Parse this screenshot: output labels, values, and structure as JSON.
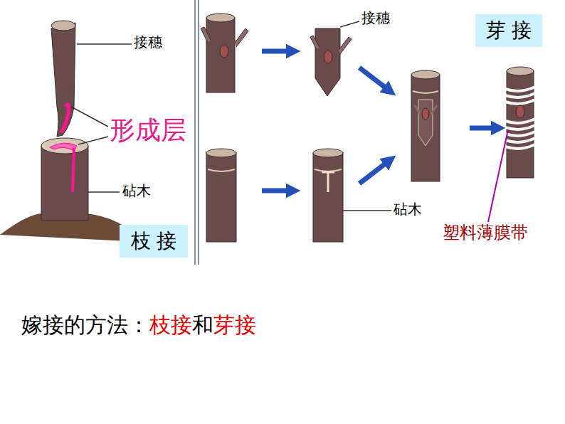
{
  "diagram": {
    "nodes": [
      {
        "text": [
          "枝 接"
        ]
      },
      {
        "text": [
          "芽 接"
        ]
      }
    ],
    "labels": [
      "接穗",
      "形成层",
      "砧木",
      "接穗",
      "砧木",
      "塑料薄膜带",
      "嫁接的方法：",
      "枝接",
      "和",
      "芽接"
    ]
  }
}
